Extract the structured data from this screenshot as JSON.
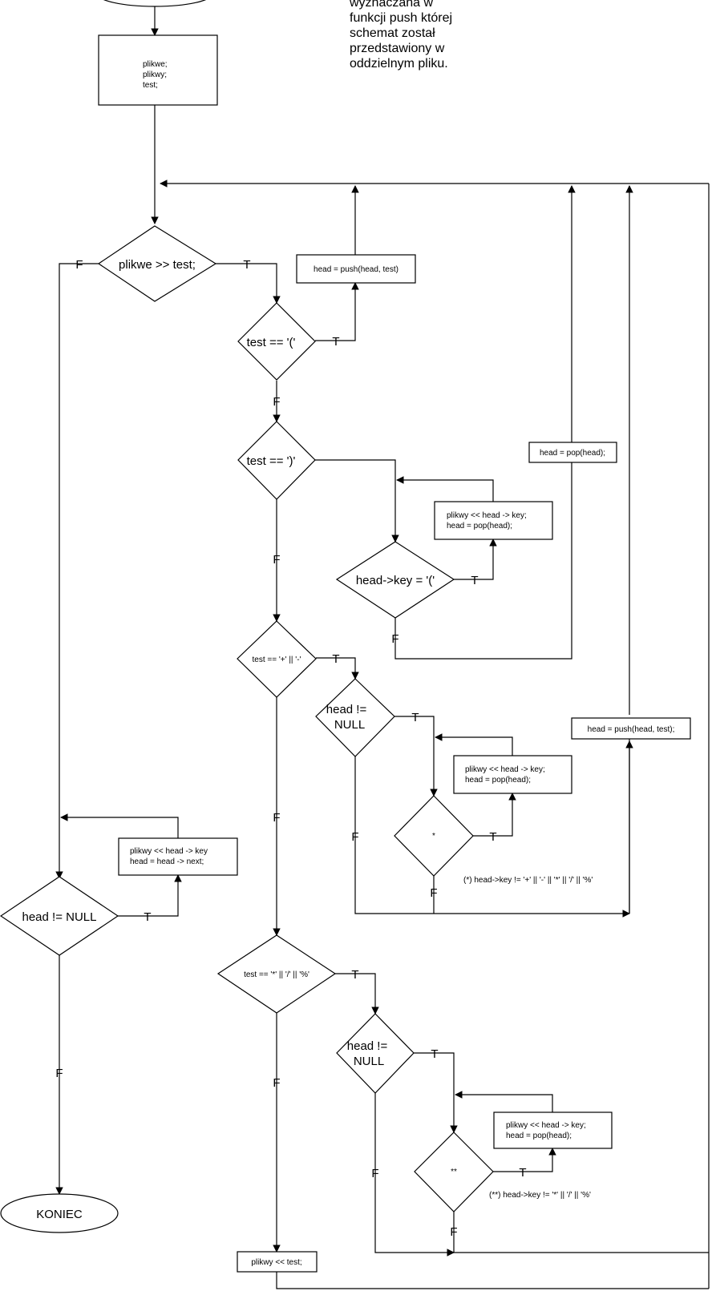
{
  "note": "wyznaczana w\nfunkcji push której\nschemat został\nprzedstawiony w\noddzielnym pliku.",
  "nodes": {
    "init": [
      "plikwe;",
      "plikwy;",
      "test;"
    ],
    "read_cond": "plikwe >> test;",
    "open_paren_cond": "test == '('",
    "push_open": "head = push(head, test)",
    "close_paren_cond": "test == ')'",
    "pop_head_top": "head = pop(head);",
    "pop_loop_box": [
      "plikwy << head -> key;",
      "head = pop(head);"
    ],
    "key_paren_cond": "head->key = '('",
    "plus_minus_cond": "test == '+' || '-'",
    "head_notnull_1": [
      "head !=",
      "NULL"
    ],
    "push_right": "head = push(head, test);",
    "pop_loop_box_2": [
      "plikwy << head -> key;",
      "head = pop(head);"
    ],
    "star_cond": "*",
    "star_note": "(*) head->key != '+' || '-' || '*' || '/' || '%'",
    "flush_box": [
      "plikwy << head -> key",
      "head = head -> next;"
    ],
    "head_notnull_final": "head != NULL",
    "mul_div_cond": "test == '*' || '/' || '%'",
    "head_notnull_2": [
      "head !=",
      "NULL"
    ],
    "pop_loop_box_3": [
      "plikwy << head -> key;",
      "head = pop(head);"
    ],
    "dstar_cond": "**",
    "dstar_note": "(**) head->key != '*' || '/' || '%'",
    "write_test": "plikwy << test;",
    "end": "KONIEC"
  },
  "labels": {
    "true": "T",
    "false": "F"
  }
}
